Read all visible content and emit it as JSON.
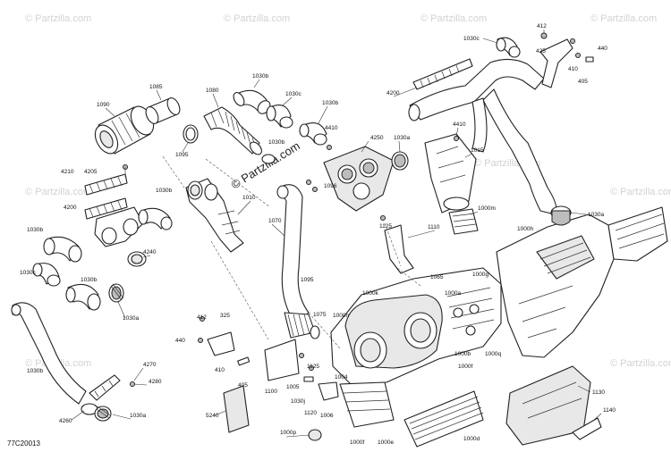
{
  "watermark": {
    "small": "© Partzilla.com",
    "main": "© Partzilla.com"
  },
  "diagram_code": "77C20013",
  "callouts": {
    "c1090": "1090",
    "c1085": "1085",
    "c1080": "1080",
    "c1030b_top": "1030b",
    "c1030c_top": "1030c",
    "c1030b_mid": "1030b",
    "c1095_a": "1095",
    "c4210": "4210",
    "c4205": "4205",
    "c4200_left": "4200",
    "c1030b_left1": "1030b",
    "c1030b_left2": "1030b",
    "c1030c_left": "1030c",
    "c1030b_left3": "1030b",
    "c4240": "4240",
    "c1030a_left": "1030a",
    "c1030b_bottom": "1030b",
    "c4270": "4270",
    "c4280": "4280",
    "c4260": "4260",
    "c1030a_bottom": "1030a",
    "c1010": "1010",
    "c1030b_center": "1030b",
    "c4410_center": "4410",
    "c4250": "4250",
    "c1030a_center": "1030a",
    "c1096": "1096",
    "c1070": "1070",
    "c1095_b": "1095",
    "c1075": "1075",
    "c412_mid": "412",
    "c325": "325",
    "c440_mid": "440",
    "c410_mid": "410",
    "c405_mid": "405",
    "c1100": "1100",
    "c1005": "1005",
    "c1125_b": "1125",
    "c1030j": "1030j",
    "c1120": "1120",
    "c1004": "1004",
    "c1006": "1006",
    "c5240": "5240",
    "c1000p": "1000p",
    "c1000f_bot": "1000f",
    "c1000e": "1000e",
    "c1000d": "1000d",
    "c1000n": "1000n",
    "c1000k": "1000k",
    "c1065": "1065",
    "c1000a": "1000a",
    "c1000b": "1000b",
    "c1000f_mid": "1000f",
    "c1000g": "1000g",
    "c1000q": "1000q",
    "c1125_a": "1125",
    "c1110": "1110",
    "c1000m": "1000m",
    "c1000h": "1000h",
    "c1030a_right": "1030a",
    "c1130": "1130",
    "c1140": "1140",
    "c1030c_right": "1030c",
    "c412_top": "412",
    "c425": "425",
    "c440_top": "440",
    "c410_top": "410",
    "c405_top": "405",
    "c4200_right": "4200",
    "c4410_right": "4410",
    "c1015": "1015"
  }
}
